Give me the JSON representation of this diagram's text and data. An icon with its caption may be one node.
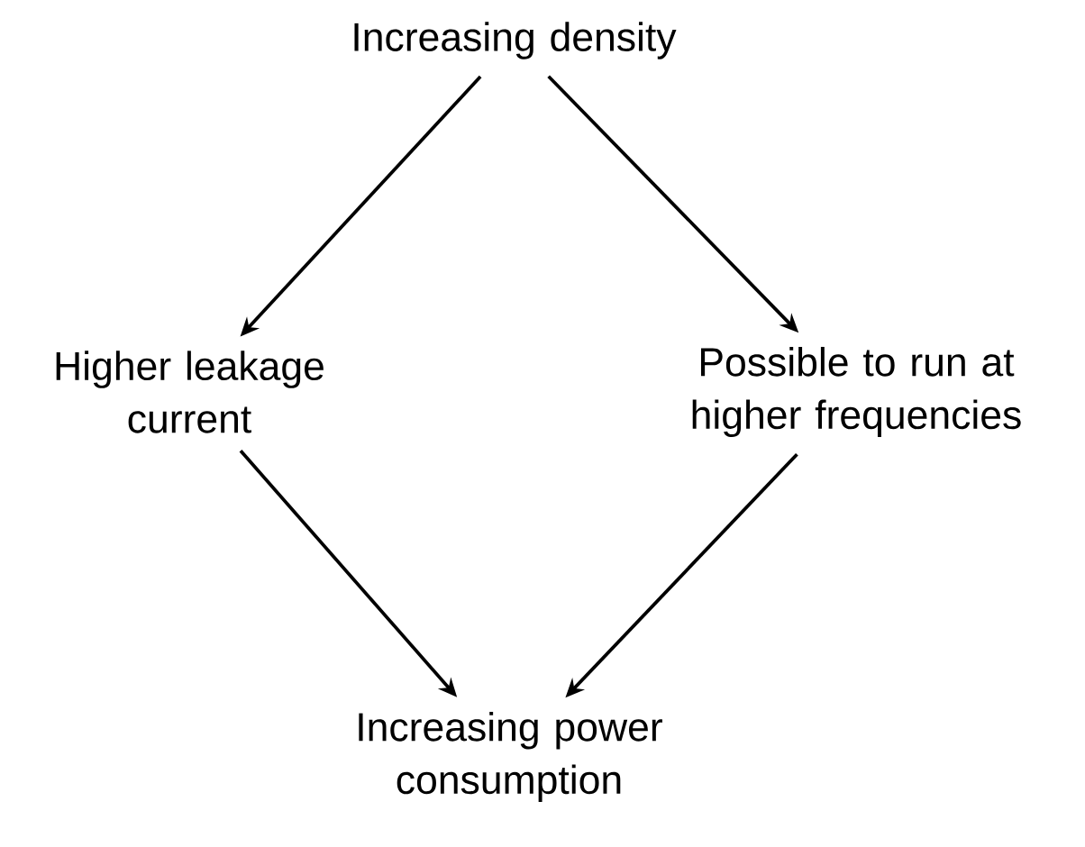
{
  "diagram": {
    "nodes": [
      {
        "text": [
          "Increasing density"
        ]
      },
      {
        "text": [
          "Higher leakage current"
        ]
      },
      {
        "text": [
          "Possible to run at higher frequencies"
        ]
      },
      {
        "text": [
          "Increasing power consumption"
        ]
      }
    ],
    "edges": [
      {
        "from": 0,
        "to": 1,
        "arrow": "to"
      },
      {
        "from": 0,
        "to": 2,
        "arrow": "to"
      },
      {
        "from": 1,
        "to": 3,
        "arrow": "to"
      },
      {
        "from": 2,
        "to": 3,
        "arrow": "to"
      }
    ]
  }
}
